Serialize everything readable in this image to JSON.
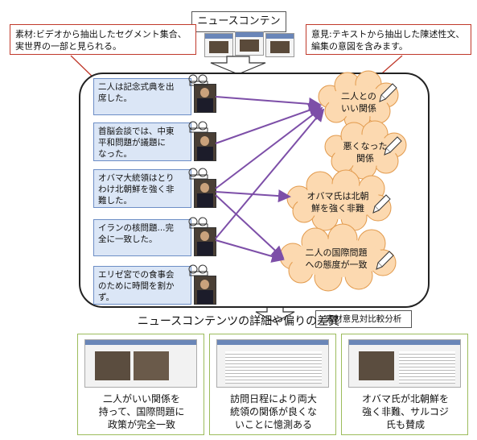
{
  "top": {
    "title": "ニュースコンテンツ"
  },
  "notes": {
    "left": [
      "素材:ビデオから抽出したセグメント集合、",
      "実世界の一部と見られる。"
    ],
    "right": [
      "意見:テキストから抽出した陳述性文、",
      "編集の意図を含みます。"
    ]
  },
  "segments": [
    {
      "lines": [
        "二人は記念式典を出",
        "席した。"
      ]
    },
    {
      "lines": [
        "首脳会談では、中東",
        "平和問題が議題に",
        "なった。"
      ]
    },
    {
      "lines": [
        "オバマ大統領はとり",
        "わけ北朝鮮を強く非",
        "難した。"
      ]
    },
    {
      "lines": [
        "イランの核問題...完",
        "全に一致した。"
      ]
    },
    {
      "lines": [
        "エリゼ宮での食事会",
        "のために時間を割か",
        "ず。"
      ]
    }
  ],
  "opinions": [
    {
      "lines": [
        "二人との",
        "いい関係"
      ]
    },
    {
      "lines": [
        "悪くなった",
        "関係"
      ]
    },
    {
      "lines": [
        "オバマ氏は北朝",
        "鮮を強く非難"
      ]
    },
    {
      "lines": [
        "二人の国際問題",
        "への態度が一致"
      ]
    }
  ],
  "compare_label": "素材意見対比較分析",
  "results": {
    "title": "ニュースコンテンツの詳細や偏りの差異",
    "panels": [
      {
        "lines": [
          "二人がいい関係を",
          "持って、国際問題に",
          "政策が完全一致"
        ]
      },
      {
        "lines": [
          "訪問日程により両大",
          "統領の関係が良くな",
          "いことに憶測ある"
        ]
      },
      {
        "lines": [
          "オバマ氏が北朝鮮を",
          "強く非難、サルコジ",
          "氏も賛成"
        ]
      }
    ]
  },
  "colors": {
    "segment_fill": "#dbe6f6",
    "cloud_fill": "#fcd9b0",
    "arrow": "#7d4fa8",
    "note_border": "#c0392b",
    "panel_border": "#9cbc5c"
  }
}
